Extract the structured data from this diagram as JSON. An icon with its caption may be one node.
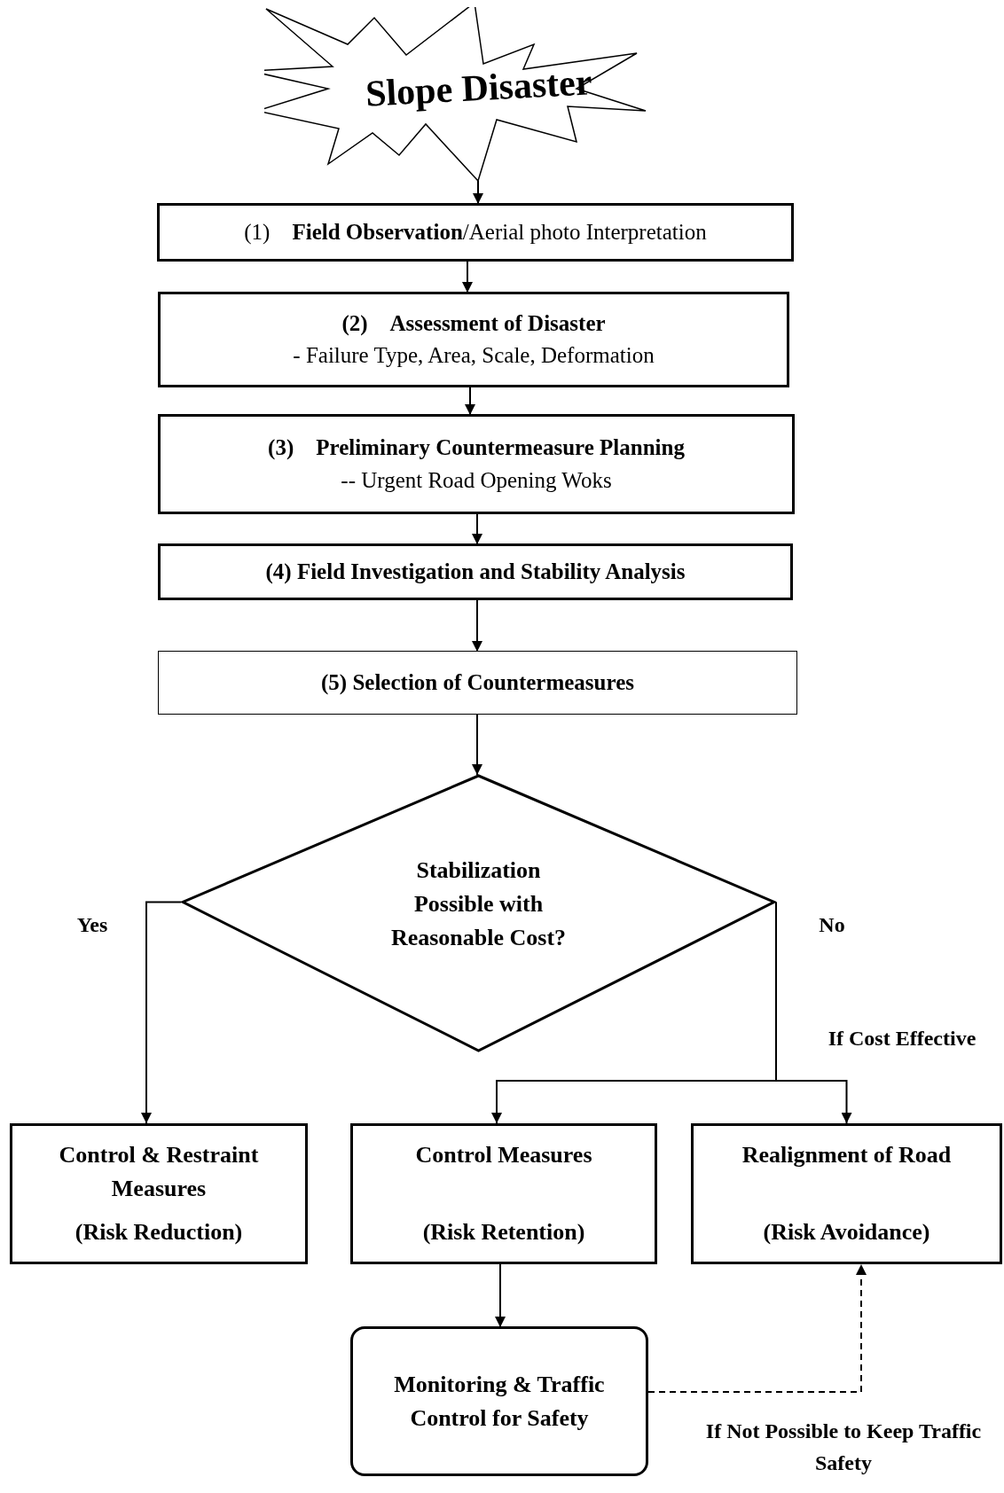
{
  "diagram": {
    "nodes": [
      {
        "text": [
          "Slope Disaster"
        ]
      },
      {
        "text": [
          "(1)　**Field Observation**/Aerial photo Interpretation"
        ]
      },
      {
        "text": [
          "(2)　Assessment of Disaster",
          "- Failure Type, Area, Scale, Deformation"
        ]
      },
      {
        "text": [
          "(3)　Preliminary Countermeasure Planning",
          "-- Urgent Road Opening Woks"
        ]
      },
      {
        "text": [
          "(4) Field Investigation and Stability Analysis"
        ]
      },
      {
        "text": [
          "(5) Selection of Countermeasures"
        ]
      },
      {
        "text": [
          "Stabilization Possible with Reasonable Cost?"
        ]
      },
      {
        "text": [
          "Control & Restraint Measures",
          "(Risk Reduction)"
        ]
      },
      {
        "text": [
          "Control Measures",
          "(Risk Retention)"
        ]
      },
      {
        "text": [
          "Realignment of Road",
          "(Risk Avoidance)"
        ]
      },
      {
        "text": [
          "Monitoring & Traffic Control for Safety"
        ]
      }
    ],
    "edges": [
      {
        "from": 0,
        "to": 1,
        "arrow": "to"
      },
      {
        "from": 1,
        "to": 2,
        "arrow": "to"
      },
      {
        "from": 2,
        "to": 3,
        "arrow": "to"
      },
      {
        "from": 3,
        "to": 4,
        "arrow": "to"
      },
      {
        "from": 4,
        "to": 5,
        "arrow": "to"
      },
      {
        "from": 5,
        "to": 6,
        "arrow": "to"
      },
      {
        "from": 6,
        "to": 7,
        "arrow": "to",
        "label": "Yes"
      },
      {
        "from": 6,
        "to": 8,
        "arrow": "to"
      },
      {
        "from": 6,
        "to": 9,
        "arrow": "to"
      },
      {
        "from": 8,
        "to": 10,
        "arrow": "to"
      },
      {
        "from": 10,
        "to": 9,
        "arrow": "to",
        "style": "dashed",
        "label": "If Not Possible to Keep Traffic Safety"
      }
    ],
    "labels": [
      "No",
      "If Cost Effective"
    ]
  }
}
